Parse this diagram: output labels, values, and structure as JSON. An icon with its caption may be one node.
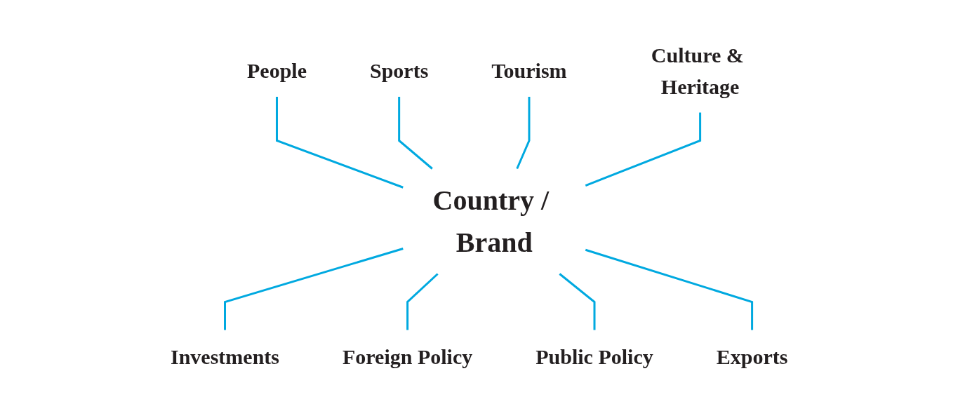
{
  "diagram": {
    "nodes": [
      {
        "text": [
          "Country / Brand"
        ]
      },
      {
        "text": [
          "People"
        ]
      },
      {
        "text": [
          "Sports"
        ]
      },
      {
        "text": [
          "Tourism"
        ]
      },
      {
        "text": [
          "Culture & Heritage"
        ]
      },
      {
        "text": [
          "Investments"
        ]
      },
      {
        "text": [
          "Foreign Policy"
        ]
      },
      {
        "text": [
          "Public Policy"
        ]
      },
      {
        "text": [
          "Exports"
        ]
      }
    ],
    "edges": [
      {
        "from": 1,
        "to": 0,
        "arrow": "none"
      },
      {
        "from": 2,
        "to": 0,
        "arrow": "none"
      },
      {
        "from": 3,
        "to": 0,
        "arrow": "none"
      },
      {
        "from": 4,
        "to": 0,
        "arrow": "none"
      },
      {
        "from": 0,
        "to": 5,
        "arrow": "none"
      },
      {
        "from": 0,
        "to": 6,
        "arrow": "none"
      },
      {
        "from": 0,
        "to": 7,
        "arrow": "none"
      },
      {
        "from": 0,
        "to": 8,
        "arrow": "none"
      }
    ]
  }
}
